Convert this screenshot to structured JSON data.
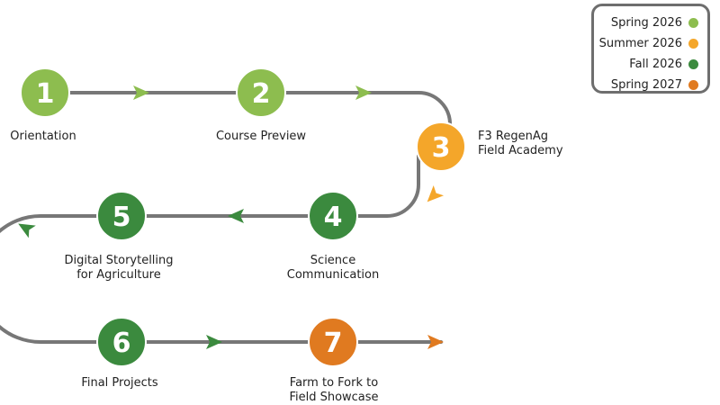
{
  "legend": [
    {
      "label": "Spring 2026",
      "color": "#8dbd4f"
    },
    {
      "label": "Summer 2026",
      "color": "#f4a62a"
    },
    {
      "label": "Fall 2026",
      "color": "#3b8a3e"
    },
    {
      "label": "Spring 2027",
      "color": "#e07a20"
    }
  ],
  "steps": [
    {
      "number": "1",
      "label_lines": [
        "Orientation"
      ],
      "term": "Spring 2026"
    },
    {
      "number": "2",
      "label_lines": [
        "Course Preview"
      ],
      "term": "Spring 2026"
    },
    {
      "number": "3",
      "label_lines": [
        "F3 RegenAg",
        "Field Academy"
      ],
      "term": "Summer 2026"
    },
    {
      "number": "4",
      "label_lines": [
        "Science",
        "Communication"
      ],
      "term": "Fall 2026"
    },
    {
      "number": "5",
      "label_lines": [
        "Digital Storytelling",
        "for Agriculture"
      ],
      "term": "Fall 2026"
    },
    {
      "number": "6",
      "label_lines": [
        "Final Projects"
      ],
      "term": "Fall 2026"
    },
    {
      "number": "7",
      "label_lines": [
        "Farm to Fork to",
        "Field Showcase"
      ],
      "term": "Spring 2027"
    }
  ],
  "path_color": "#777777"
}
